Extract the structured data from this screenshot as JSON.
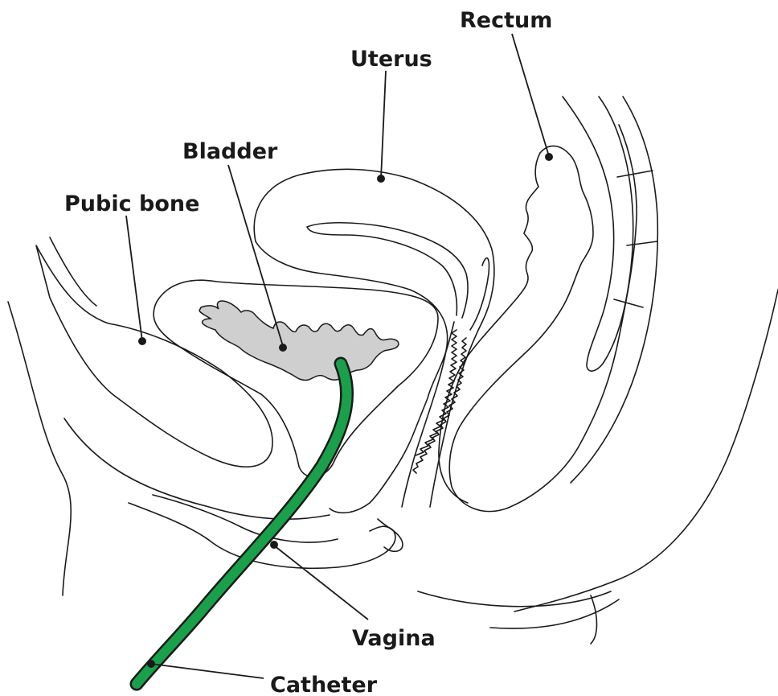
{
  "diagram": {
    "labels": {
      "rectum": "Rectum",
      "uterus": "Uterus",
      "bladder": "Bladder",
      "pubic_bone": "Pubic bone",
      "vagina": "Vagina",
      "catheter": "Catheter"
    },
    "colors": {
      "catheter": "#1aa04a",
      "bladder_fill": "#cfcfcf",
      "outline": "#1a1a1a"
    }
  }
}
